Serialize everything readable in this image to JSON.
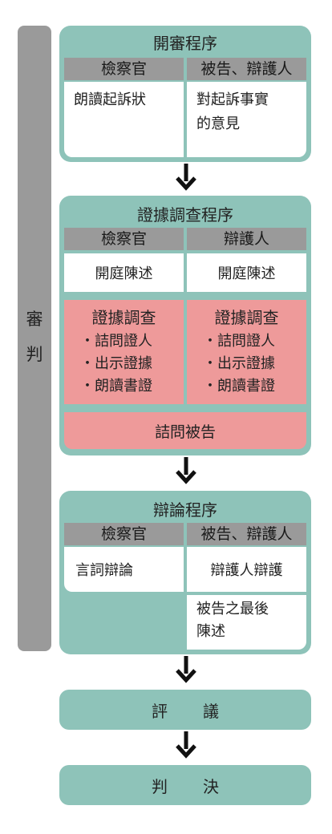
{
  "side": {
    "label": [
      "審",
      "判"
    ]
  },
  "panel1": {
    "title": "開審程序",
    "headers": [
      "檢察官",
      "被告、辯護人"
    ],
    "left_text": "朗讀起訴狀",
    "right_text": [
      "對起訴事實",
      "的意見"
    ]
  },
  "panel2": {
    "title": "證據調查程序",
    "headers": [
      "檢察官",
      "辯護人"
    ],
    "row1": [
      "開庭陳述",
      "開庭陳述"
    ],
    "left_block": {
      "heading": "證據調查",
      "items": [
        "・詰問證人",
        "・出示證據",
        "・朗讀書證"
      ]
    },
    "right_block": {
      "heading": "證據調查",
      "items": [
        "・詰問證人",
        "・出示證據",
        "・朗讀書證"
      ]
    },
    "bottom": "詰問被告"
  },
  "panel3": {
    "title": "辯論程序",
    "headers": [
      "檢察官",
      "被告、辯護人"
    ],
    "left_text": "言詞辯論",
    "right_text1": "辯護人辯護",
    "right_text2": [
      "被告之最後",
      "陳述"
    ]
  },
  "step4": {
    "chars": [
      "評",
      "議"
    ]
  },
  "step5": {
    "chars": [
      "判",
      "決"
    ]
  },
  "colors": {
    "teal": "#8ec3b9",
    "gray": "#9a9a9a",
    "pink": "#ee9a9a",
    "arrow": "#111111"
  }
}
